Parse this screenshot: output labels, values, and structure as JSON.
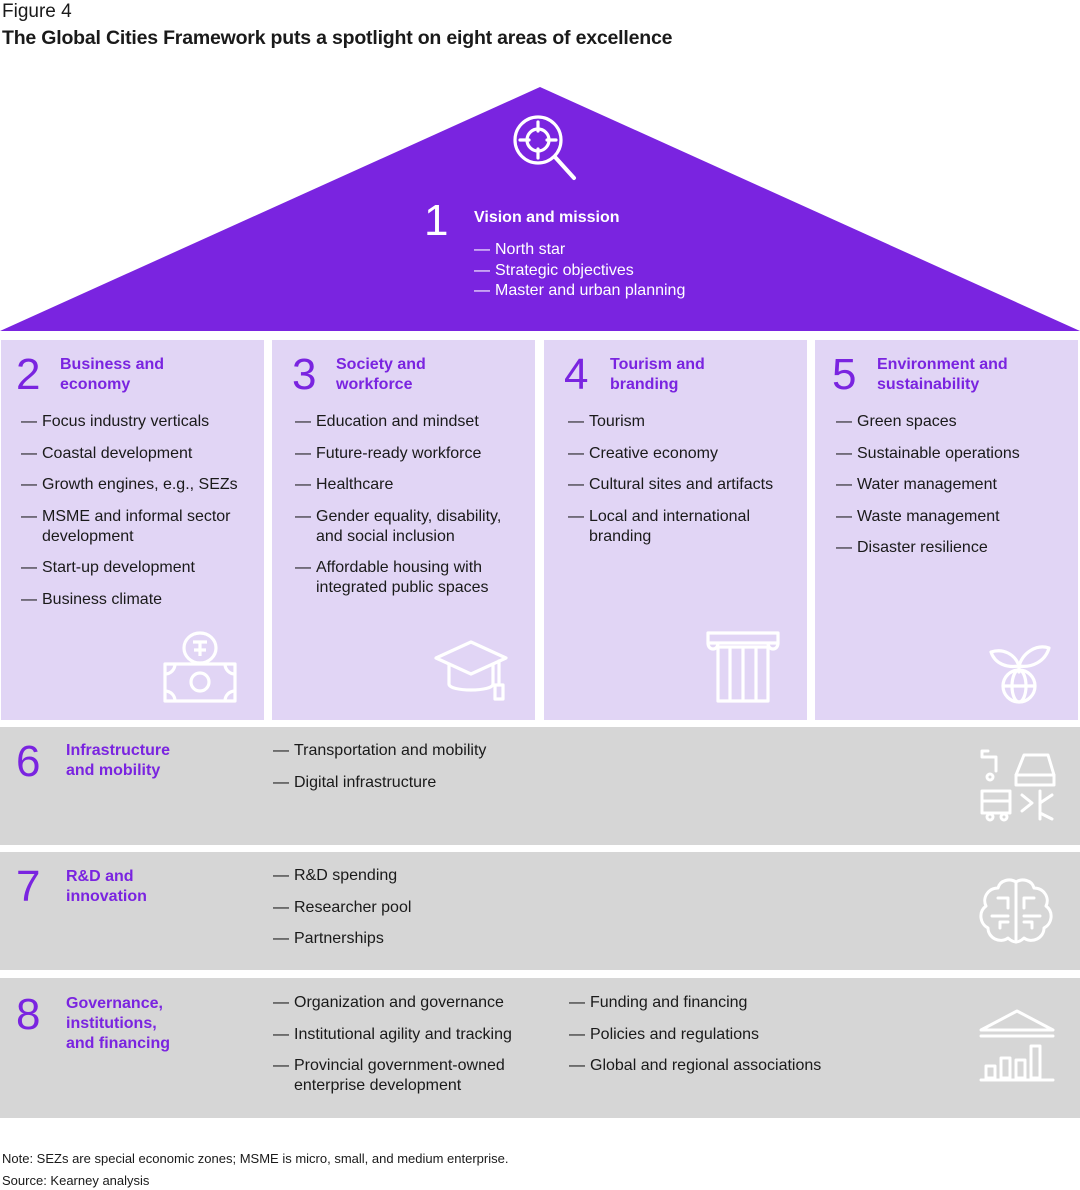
{
  "figure_label": "Figure 4",
  "title": "The Global Cities Framework puts a spotlight on eight areas of excellence",
  "dash": "—",
  "colors": {
    "roof": "#7a24e0",
    "pillar": "#e1d5f5",
    "band": "#d6d6d6",
    "accent": "#7a24e0"
  },
  "roof": {
    "number": "1",
    "heading": "Vision and mission",
    "icon": "magnifier-target-icon",
    "items": [
      "North star",
      "Strategic objectives",
      "Master and urban planning"
    ]
  },
  "pillars": [
    {
      "number": "2",
      "heading": "Business and economy",
      "icon": "money-bill-icon",
      "items": [
        "Focus industry verticals",
        "Coastal development",
        "Growth engines, e.g., SEZs",
        "MSME and informal sector development",
        "Start-up development",
        "Business climate"
      ]
    },
    {
      "number": "3",
      "heading": "Society and workforce",
      "icon": "graduation-cap-icon",
      "items": [
        "Education and mindset",
        "Future-ready workforce",
        "Healthcare",
        "Gender equality, disability, and social inclusion",
        "Affordable housing with integrated public spaces"
      ]
    },
    {
      "number": "4",
      "heading": "Tourism and branding",
      "icon": "column-icon",
      "items": [
        "Tourism",
        "Creative economy",
        "Cultural sites and artifacts",
        "Local and international branding"
      ]
    },
    {
      "number": "5",
      "heading": "Environment and sustainability",
      "icon": "globe-sprout-icon",
      "items": [
        "Green spaces",
        "Sustainable operations",
        "Water management",
        "Waste management",
        "Disaster resilience"
      ]
    }
  ],
  "bands": [
    {
      "number": "6",
      "heading_line1": "Infrastructure",
      "heading_line2": "and mobility",
      "icon": "city-vehicles-icon",
      "items": [
        "Transportation and mobility",
        "Digital infrastructure"
      ]
    },
    {
      "number": "7",
      "heading_line1": "R&D and",
      "heading_line2": "innovation",
      "icon": "brain-circuit-icon",
      "items": [
        "R&D spending",
        "Researcher pool",
        "Partnerships"
      ]
    },
    {
      "number": "8",
      "heading_line1": "Governance,",
      "heading_line2": "institutions,",
      "heading_line3": "and financing",
      "icon": "institution-chart-icon",
      "items_col1": [
        "Organization and governance",
        "Institutional agility and tracking",
        "Provincial government-owned enterprise development"
      ],
      "items_col2": [
        "Funding and financing",
        "Policies and regulations",
        "Global and regional associations"
      ]
    }
  ],
  "note": "Note: SEZs are special economic zones; MSME is micro, small, and medium enterprise.",
  "source": "Source: Kearney analysis"
}
